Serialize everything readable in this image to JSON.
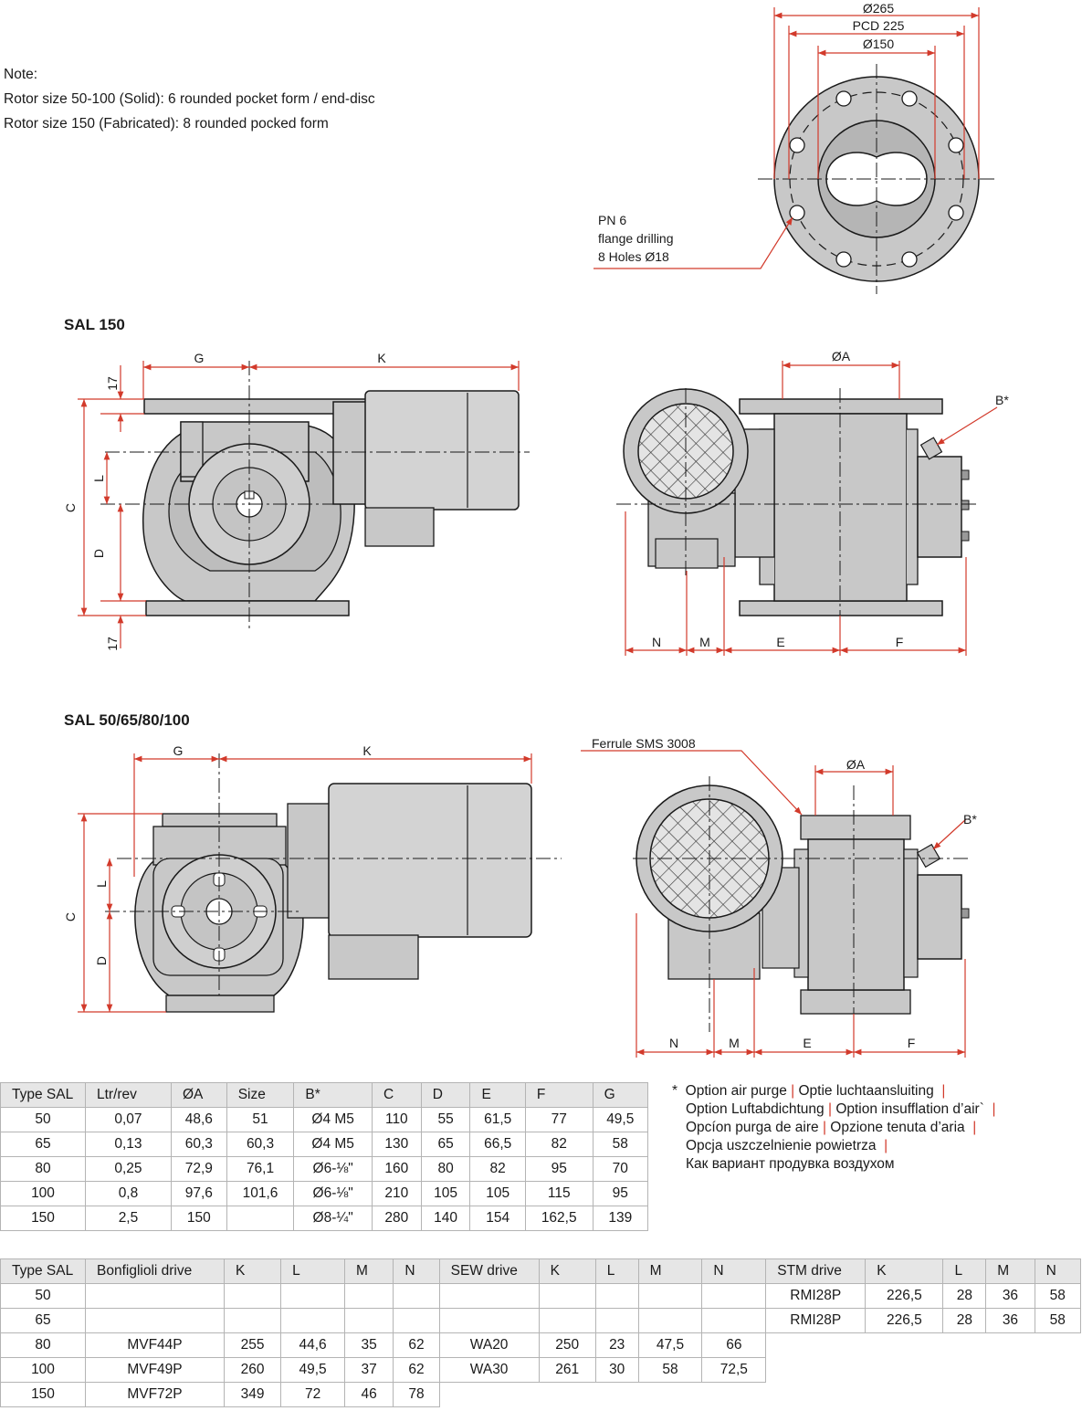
{
  "note": {
    "title": "Note:",
    "lines": [
      "Rotor size 50-100 (Solid): 6 rounded pocket form / end-disc",
      "Rotor size 150 (Fabricated): 8 rounded pocked form"
    ]
  },
  "flange": {
    "dia_outer": "Ø265",
    "pcd": "PCD 225",
    "dia_inner": "Ø150",
    "drilling": [
      "PN 6",
      "flange drilling",
      "8 Holes Ø18"
    ]
  },
  "sal150": {
    "title": "SAL 150",
    "dims": {
      "g": "G",
      "k": "K",
      "seventeen": "17",
      "c": "C",
      "l": "L",
      "d": "D",
      "a": "ØA",
      "b": "B*",
      "n": "N",
      "m": "M",
      "e": "E",
      "f": "F"
    }
  },
  "sal50": {
    "title": "SAL 50/65/80/100",
    "ferrule": "Ferrule SMS 3008",
    "dims": {
      "g": "G",
      "k": "K",
      "c": "C",
      "l": "L",
      "d": "D",
      "a": "ØA",
      "b": "B*",
      "n": "N",
      "m": "M",
      "e": "E",
      "f": "F"
    }
  },
  "table1": {
    "headers": [
      "Type SAL",
      "Ltr/rev",
      "ØA",
      "Size",
      "B*",
      "C",
      "D",
      "E",
      "F",
      "G"
    ],
    "rows": [
      [
        "50",
        "0,07",
        "48,6",
        "51",
        "Ø4 M5",
        "110",
        "55",
        "61,5",
        "77",
        "49,5"
      ],
      [
        "65",
        "0,13",
        "60,3",
        "60,3",
        "Ø4 M5",
        "130",
        "65",
        "66,5",
        "82",
        "58"
      ],
      [
        "80",
        "0,25",
        "72,9",
        "76,1",
        "Ø6-⅛\"",
        "160",
        "80",
        "82",
        "95",
        "70"
      ],
      [
        "100",
        "0,8",
        "97,6",
        "101,6",
        "Ø6-⅛\"",
        "210",
        "105",
        "105",
        "115",
        "95"
      ],
      [
        "150",
        "2,5",
        "150",
        "",
        "Ø8-¼\"",
        "280",
        "140",
        "154",
        "162,5",
        "139"
      ]
    ]
  },
  "legend": {
    "star": "*",
    "lines": [
      [
        "Option air purge",
        "Optie luchtaansluiting",
        ""
      ],
      [
        "Option Luftabdichtung",
        "Option insufflation d’air`",
        ""
      ],
      [
        "Opcíon purga de aire",
        "Opzione tenuta d’aria",
        ""
      ],
      [
        "Opcja uszczelnienie powietrza",
        ""
      ],
      [
        "Как вариант продувка воздухом"
      ]
    ],
    "separator": "|"
  },
  "table2": {
    "headers": [
      "Type SAL",
      "Bonfiglioli drive",
      "K",
      "L",
      "M",
      "N",
      "SEW drive",
      "K",
      "L",
      "M",
      "N",
      "STM drive",
      "K",
      "L",
      "M",
      "N"
    ],
    "rows": [
      [
        "50",
        "",
        "",
        "",
        "",
        "",
        "",
        "",
        "",
        "",
        "",
        "RMI28P",
        "226,5",
        "28",
        "36",
        "58"
      ],
      [
        "65",
        "",
        "",
        "",
        "",
        "",
        "",
        "",
        "",
        "",
        "",
        "RMI28P",
        "226,5",
        "28",
        "36",
        "58"
      ],
      [
        "80",
        "MVF44P",
        "255",
        "44,6",
        "35",
        "62",
        "WA20",
        "250",
        "23",
        "47,5",
        "66"
      ],
      [
        "100",
        "MVF49P",
        "260",
        "49,5",
        "37",
        "62",
        "WA30",
        "261",
        "30",
        "58",
        "72,5"
      ],
      [
        "150",
        "MVF72P",
        "349",
        "72",
        "46",
        "78"
      ]
    ]
  },
  "colors": {
    "dim": "#d23a2b",
    "body": "#c8c8c8",
    "line": "#1a1a1a"
  }
}
